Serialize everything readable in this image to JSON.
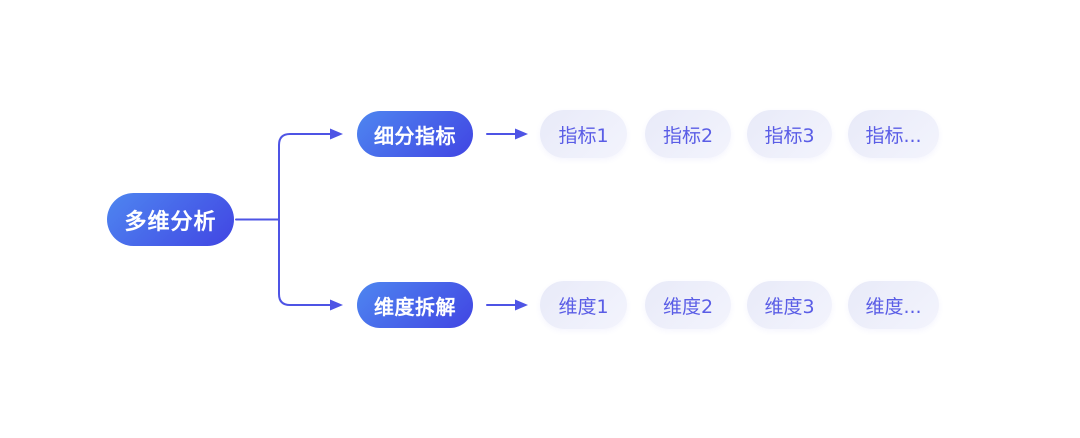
{
  "root": {
    "label": "多维分析"
  },
  "branches": [
    {
      "label": "细分指标",
      "children": [
        "指标1",
        "指标2",
        "指标3",
        "指标..."
      ]
    },
    {
      "label": "维度拆解",
      "children": [
        "维度1",
        "维度2",
        "维度3",
        "维度..."
      ]
    }
  ],
  "colors": {
    "background": "#FFFFFF",
    "connector": "#4E54E5",
    "node_gradient_start": "#4E86F0",
    "node_gradient_end": "#4145E3",
    "node_text": "#FFFFFF",
    "leaf_bg_start": "#E8EAF8",
    "leaf_bg_end": "#F3F4FD",
    "leaf_text": "#5A5DE6"
  }
}
